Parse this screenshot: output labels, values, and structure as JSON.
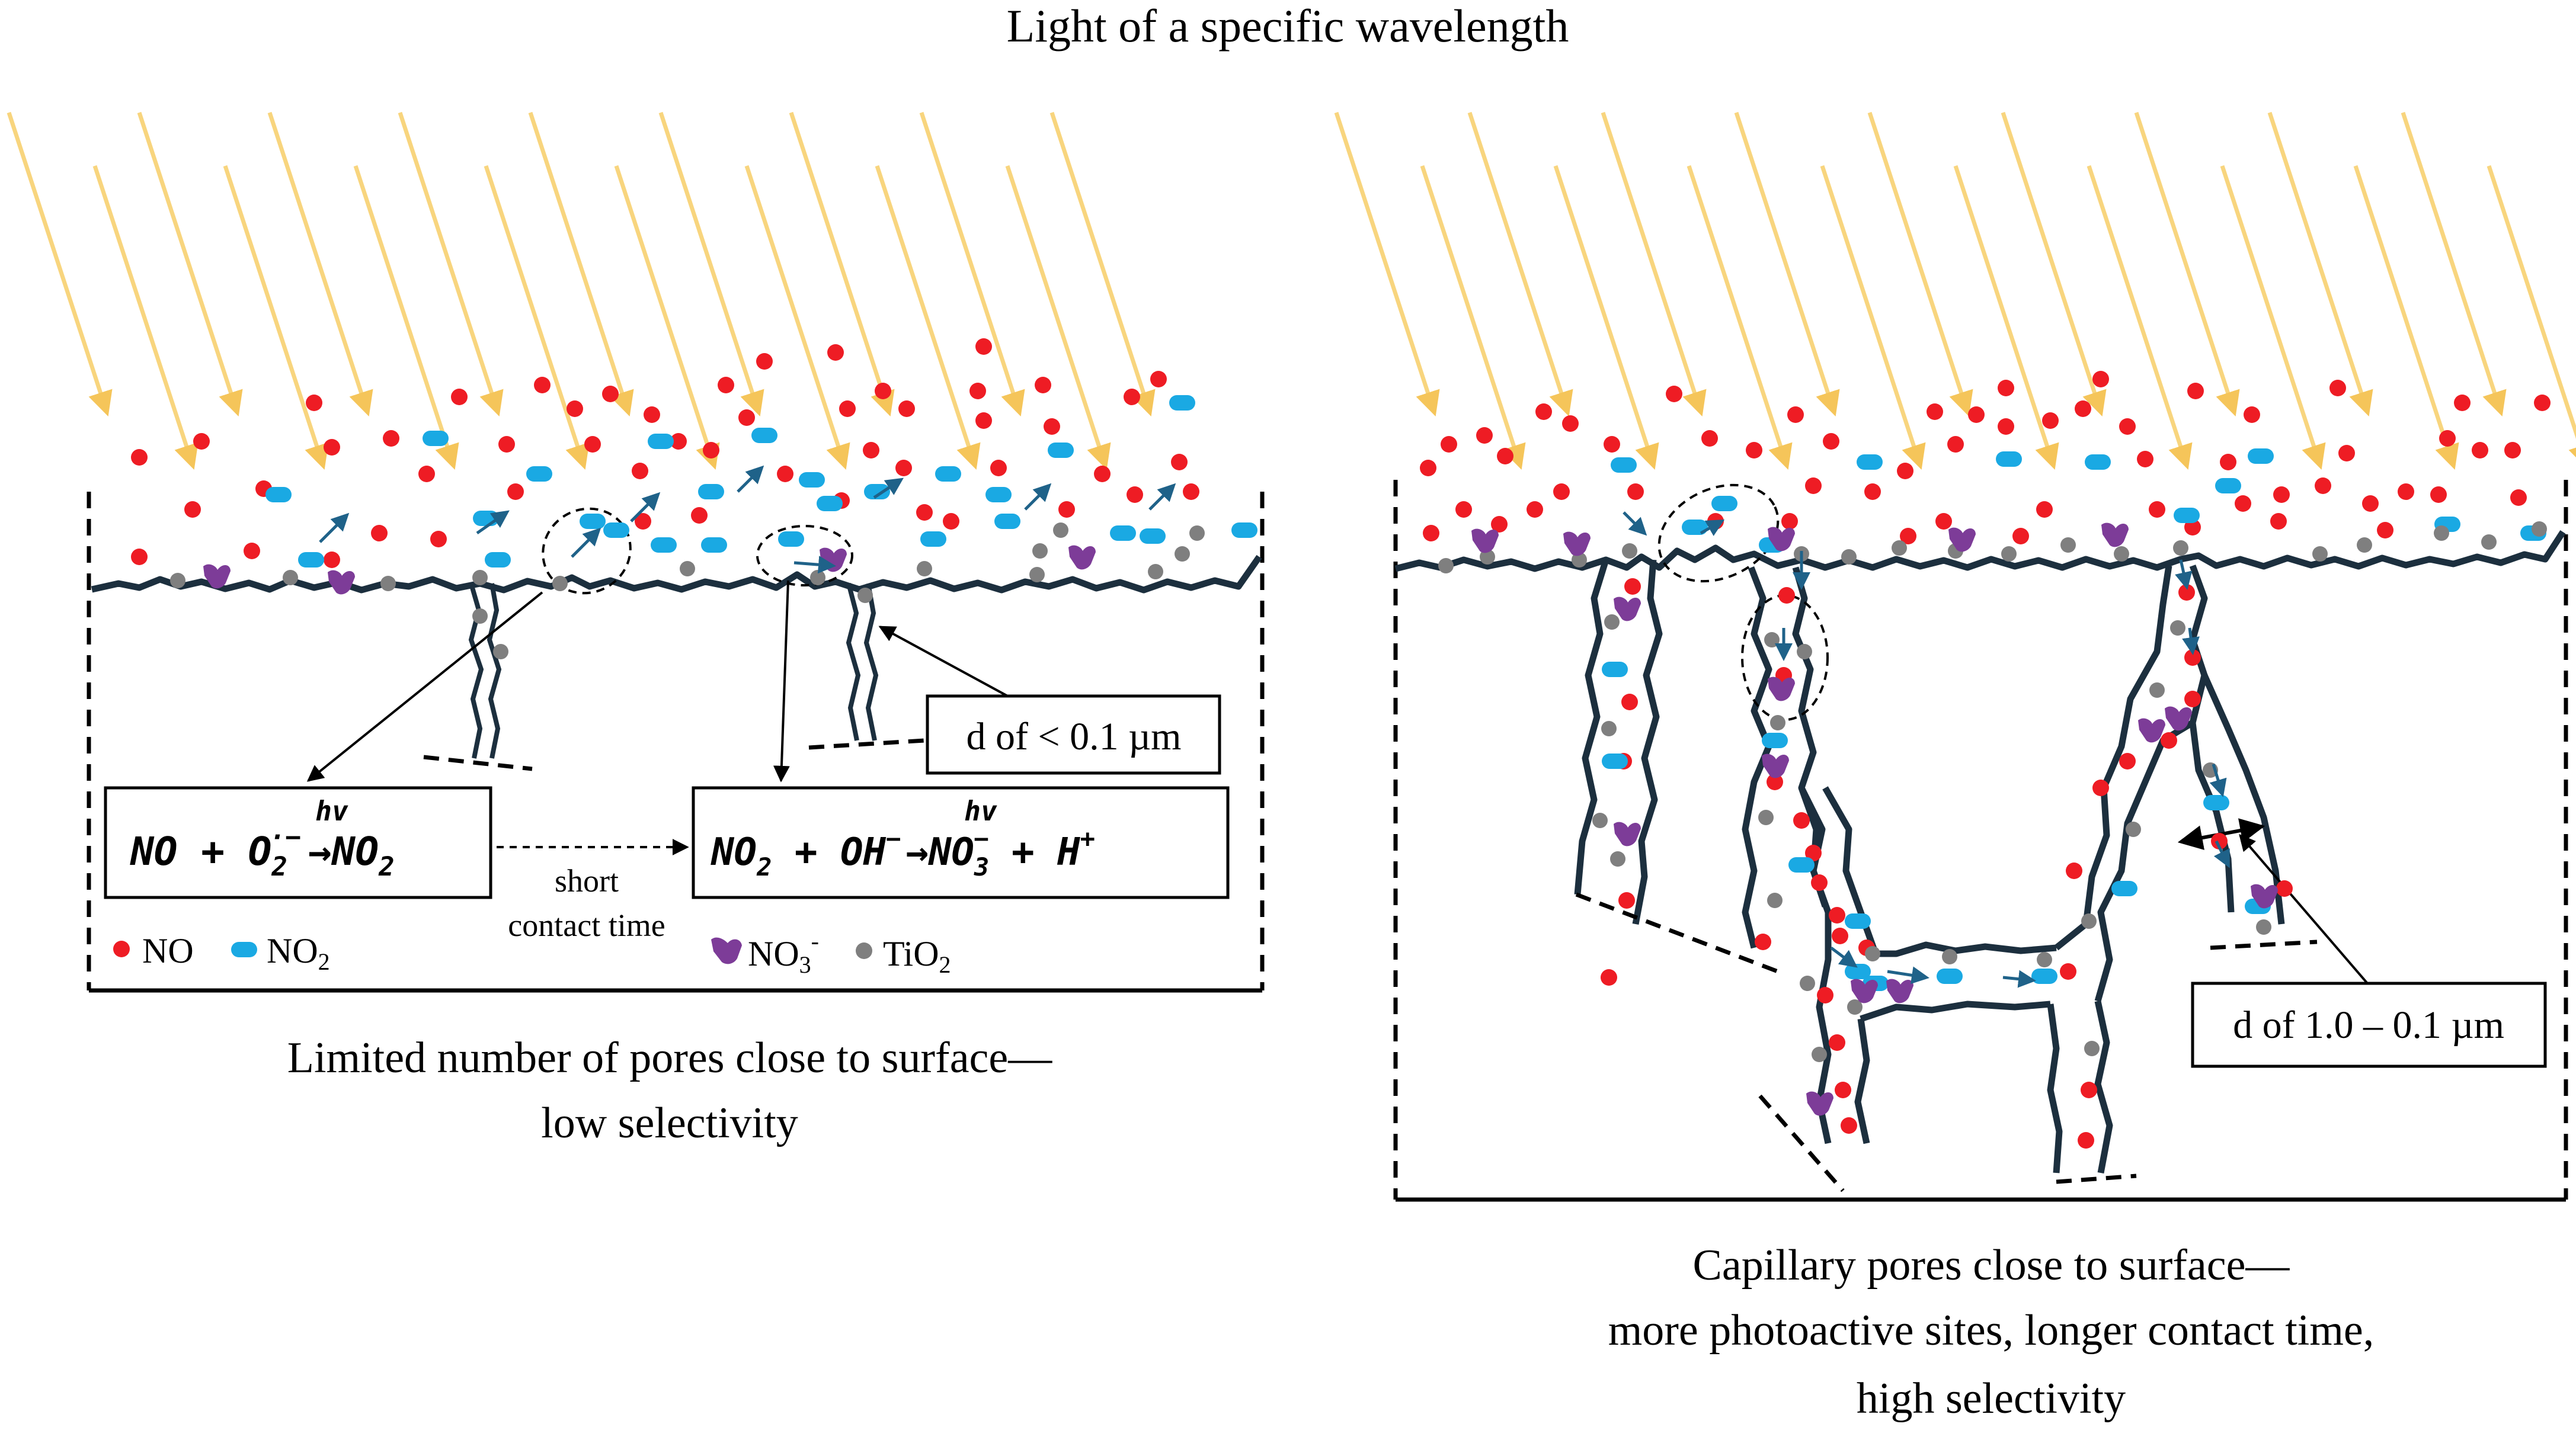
{
  "title": "Light of a specific wavelength",
  "legend": {
    "no": "NO",
    "no2": "NO",
    "no2_sub": "2",
    "no3": "NO",
    "no3_sub": "3",
    "no3_sup": "-",
    "tio2": "TiO",
    "tio2_sub": "2"
  },
  "left_panel": {
    "caption_line1": "Limited number of pores close to surface—",
    "caption_line2": "low selectivity",
    "pore_label": "d of < 0.1 µm",
    "reaction1": {
      "a": "NO + O",
      "a_sub": "2",
      "a_sup": "·−",
      "hv": "hv",
      "arrow": "→",
      "b": "NO",
      "b_sub": "2"
    },
    "reaction2": {
      "a": "NO",
      "a_sub": "2",
      "b": " + OH",
      "b_sup": "−",
      "hv": "hv",
      "arrow": "→",
      "c": "NO",
      "c_sub": "3",
      "c_sup": "−",
      "d": " + H",
      "d_sup": "+"
    },
    "link_line1": "short",
    "link_line2": "contact time"
  },
  "right_panel": {
    "caption_line1": "Capillary pores close to surface—",
    "caption_line2": "more photoactive sites, longer contact time,",
    "caption_line3": "high selectivity",
    "pore_label": "d of 1.0 – 0.1 µm"
  },
  "colors": {
    "light_ray": "#f8d57e",
    "no": "#ee1c24",
    "no2": "#1aa9e3",
    "no3": "#7d3c98",
    "tio2": "#7f7f7f",
    "surface": "#1c2f3e",
    "flow_arrow": "#1f6289"
  }
}
